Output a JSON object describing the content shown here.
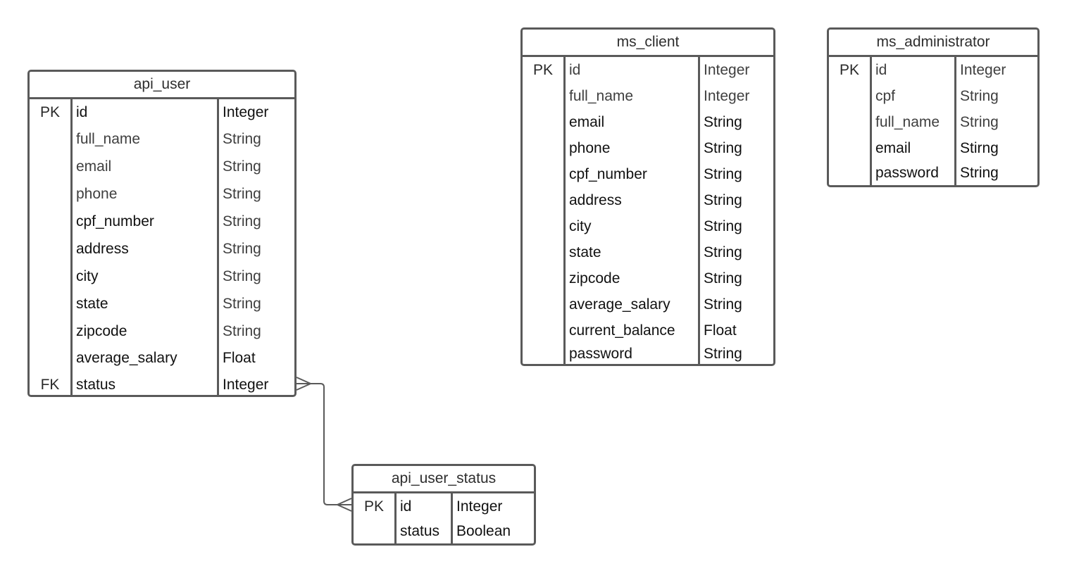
{
  "entities": {
    "api_user": {
      "title": "api_user",
      "rows": [
        {
          "key": "PK",
          "name": "id",
          "type": "Integer"
        },
        {
          "key": "",
          "name": "full_name",
          "type": "String"
        },
        {
          "key": "",
          "name": "email",
          "type": "String"
        },
        {
          "key": "",
          "name": "phone",
          "type": "String"
        },
        {
          "key": "",
          "name": "cpf_number",
          "type": "String"
        },
        {
          "key": "",
          "name": "address",
          "type": "String"
        },
        {
          "key": "",
          "name": "city",
          "type": "String"
        },
        {
          "key": "",
          "name": "state",
          "type": "String"
        },
        {
          "key": "",
          "name": "zipcode",
          "type": "String"
        },
        {
          "key": "",
          "name": "average_salary",
          "type": "Float"
        },
        {
          "key": "FK",
          "name": "status",
          "type": "Integer"
        }
      ]
    },
    "api_user_status": {
      "title": "api_user_status",
      "rows": [
        {
          "key": "PK",
          "name": "id",
          "type": "Integer"
        },
        {
          "key": "",
          "name": "status",
          "type": "Boolean"
        }
      ]
    },
    "ms_client": {
      "title": "ms_client",
      "rows": [
        {
          "key": "PK",
          "name": "id",
          "type": "Integer"
        },
        {
          "key": "",
          "name": "full_name",
          "type": "Integer"
        },
        {
          "key": "",
          "name": "email",
          "type": "String"
        },
        {
          "key": "",
          "name": "phone",
          "type": "String"
        },
        {
          "key": "",
          "name": "cpf_number",
          "type": "String"
        },
        {
          "key": "",
          "name": "address",
          "type": "String"
        },
        {
          "key": "",
          "name": "city",
          "type": "String"
        },
        {
          "key": "",
          "name": "state",
          "type": "String"
        },
        {
          "key": "",
          "name": "zipcode",
          "type": "String"
        },
        {
          "key": "",
          "name": "average_salary",
          "type": "String"
        },
        {
          "key": "",
          "name": "current_balance",
          "type": "Float"
        },
        {
          "key": "",
          "name": "password",
          "type": "String"
        }
      ]
    },
    "ms_administrator": {
      "title": "ms_administrator",
      "rows": [
        {
          "key": "PK",
          "name": "id",
          "type": "Integer"
        },
        {
          "key": "",
          "name": "cpf",
          "type": "String"
        },
        {
          "key": "",
          "name": "full_name",
          "type": "String"
        },
        {
          "key": "",
          "name": "email",
          "type": "Stirng"
        },
        {
          "key": "",
          "name": "password",
          "type": "String"
        }
      ]
    }
  },
  "relationships": [
    {
      "from": "api_user.status",
      "to": "api_user_status.id",
      "notation": "crow-foot-many-to-many"
    }
  ],
  "colors": {
    "border": "#5a5a5a",
    "text": "#111111",
    "background": "#ffffff"
  }
}
